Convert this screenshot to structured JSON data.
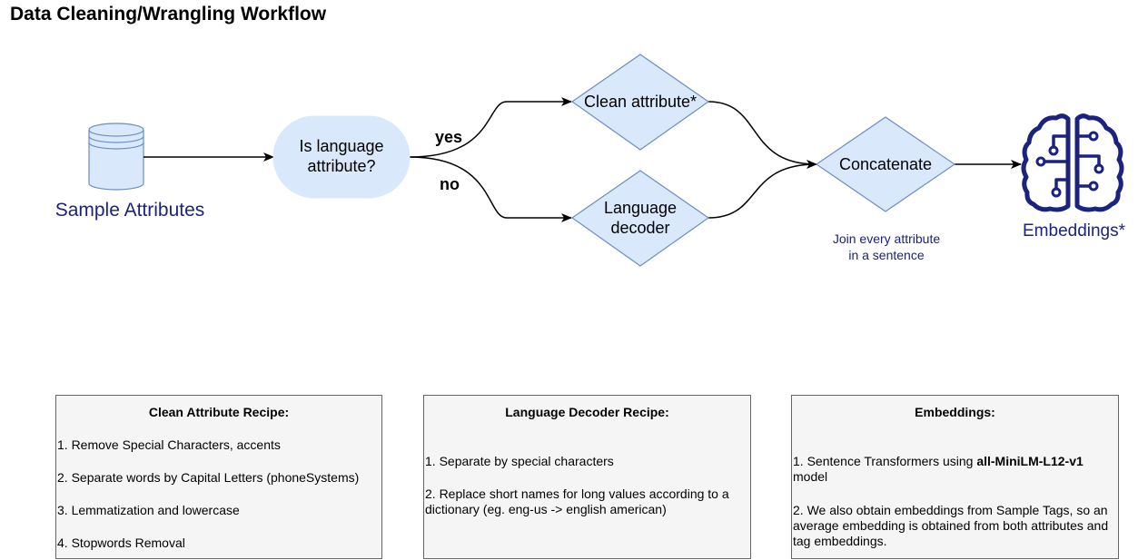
{
  "title": "Data Cleaning/Wrangling Workflow",
  "nodes": {
    "sample_attributes": "Sample Attributes",
    "is_language_line1": "Is language",
    "is_language_line2": "attribute?",
    "clean_attribute": "Clean attribute*",
    "language_decoder_line1": "Language",
    "language_decoder_line2": "decoder",
    "concatenate": "Concatenate",
    "embeddings": "Embeddings*"
  },
  "edges": {
    "yes": "yes",
    "no": "no"
  },
  "note": {
    "line1": "Join every attribute",
    "line2": "in a sentence"
  },
  "icons": {
    "database": "database-icon",
    "brain": "brain-circuit-icon"
  },
  "colors": {
    "node_fill": "#dae8fc",
    "node_stroke": "#6c8ebf",
    "brand_blue": "#1a237e",
    "box_fill": "#f5f5f5"
  },
  "recipes": {
    "clean": {
      "title": "Clean Attribute Recipe:",
      "items": [
        "1. Remove Special Characters, accents",
        "2. Separate words by Capital Letters (phoneSystems)",
        "3. Lemmatization and lowercase",
        "4. Stopwords Removal"
      ]
    },
    "decoder": {
      "title": "Language Decoder Recipe:",
      "items": [
        "1. Separate by special characters",
        "2. Replace short names for long values according to a dictionary (eg. eng-us -> english american)"
      ]
    },
    "embeddings": {
      "title": "Embeddings:",
      "item1_prefix": "1. Sentence Transformers using ",
      "item1_bold": "all-MiniLM-L12-v1",
      "item1_suffix": " model",
      "item2": "2. We also obtain embeddings from Sample Tags, so an average embedding is obtained from both attributes and tag embeddings."
    }
  }
}
